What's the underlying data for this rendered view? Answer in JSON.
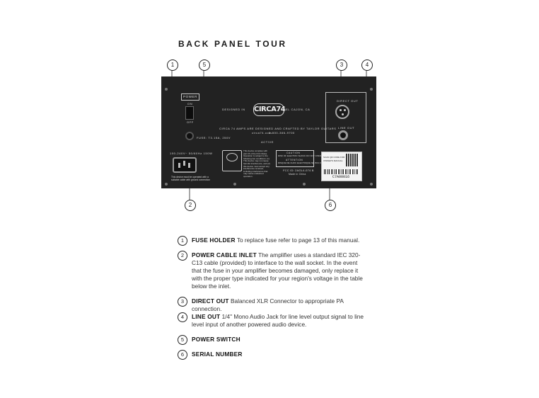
{
  "title": "BACK PANEL TOUR",
  "callouts": [
    "1",
    "5",
    "3",
    "4",
    "2",
    "6"
  ],
  "panel": {
    "power_label": "POWER",
    "on_label": "ON",
    "off_label": "OFF",
    "fuse_label": "FUSE: T3.15A, 250V",
    "designed_in": "DESIGNED IN",
    "location": "EL CAJON, CA",
    "brand_logo": "CIRCA74",
    "tagline": "CIRCA 74 AMPS ARE DESIGNED AND CRAFTED BY TAYLOR GUITARS",
    "website": "circa74.com",
    "phone": "1-800-366-9700",
    "model": "ACTIVE",
    "direct_out_label": "DIRECT OUT",
    "line_out_label": "LINE OUT",
    "voltage_label": "100-240V~ 50/60Hz 150W",
    "ground_warning": "This device must be operated with a suitable cable with ground connection",
    "fcc_notice": "This device complies with part 15 of the FCC Rules. Operation is subject to the following two conditions: (1) This device may not cause harmful interference, and (2) this device must accept any interference received, including interference that may cause undesired operation.",
    "caution_title": "CAUTION",
    "caution_text": "RISK OF ELECTRIC SHOCK DO NOT OPEN",
    "attention_title": "ATTENTION",
    "attention_text": "RISQUE DE CHOC ELECTRIQUE NE PAS OUVRIR",
    "fcc_id": "FCC ID: 2AGL4-074 B",
    "made_in": "Made in China",
    "qr_label_1": "SCAN QR CODE FOR",
    "qr_label_2": "OWNER'S MANUAL",
    "serial_number": "C7A00016"
  },
  "items": [
    {
      "num": "1",
      "title": "FUSE HOLDER",
      "text": "To replace fuse refer to page 13 of this manual."
    },
    {
      "num": "2",
      "title": "POWER CABLE INLET",
      "text": "The amplifier uses a standard IEC 320-C13 cable (provided) to interface to the wall socket. In the event that the fuse in your amplifier becomes damaged, only replace it with the proper type indicated for your region's voltage in the table below the inlet."
    },
    {
      "num": "3",
      "title": "DIRECT OUT",
      "text": "Balanced XLR Connector to appropriate PA connection."
    },
    {
      "num": "4",
      "title": "LINE OUT",
      "text": "1/4\" Mono Audio Jack for line level output signal to line level input of another powered audio device."
    },
    {
      "num": "5",
      "title": "POWER SWITCH",
      "text": ""
    },
    {
      "num": "6",
      "title": "SERIAL NUMBER",
      "text": ""
    }
  ]
}
